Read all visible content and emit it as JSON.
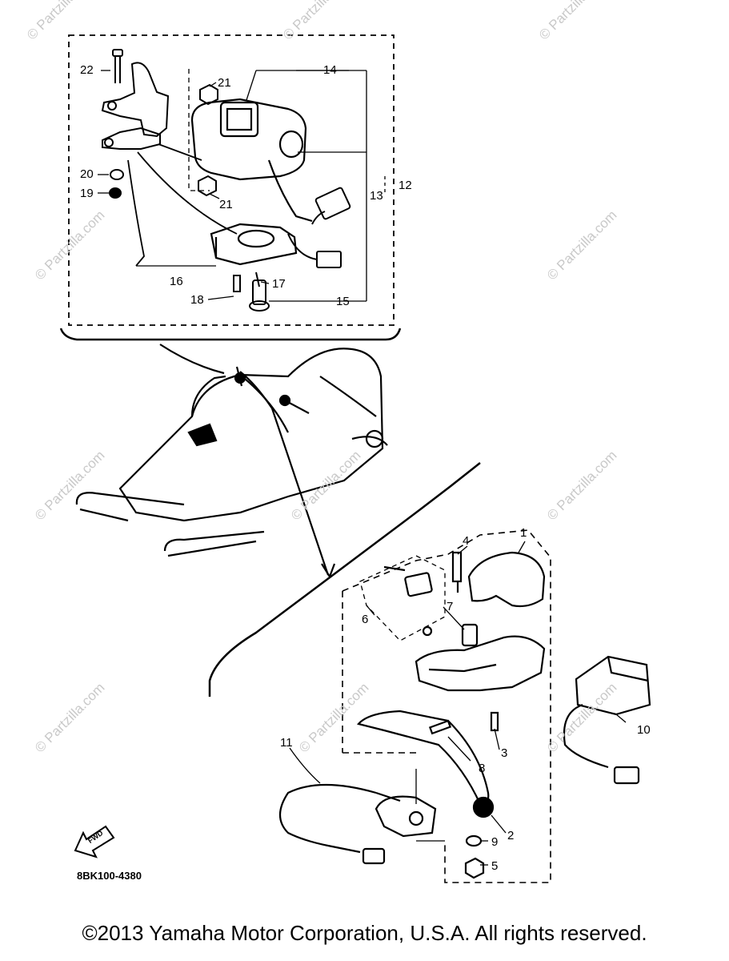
{
  "watermark": "© Partzilla.com",
  "callouts": [
    "1",
    "2",
    "3",
    "4",
    "5",
    "6",
    "7",
    "8",
    "9",
    "10",
    "11",
    "12",
    "13",
    "14",
    "15",
    "16",
    "17",
    "18",
    "19",
    "20",
    "21",
    "21",
    "22"
  ],
  "fwd_label": "FWD",
  "drawing_code": "8BK100-4380",
  "copyright": "©2013 Yamaha Motor Corporation, U.S.A. All rights reserved."
}
